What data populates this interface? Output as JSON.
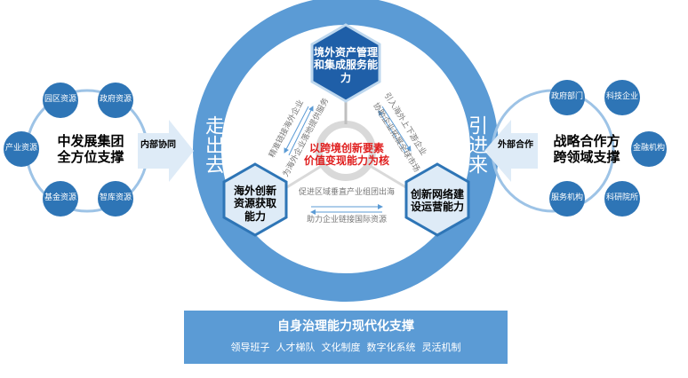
{
  "left": {
    "title": [
      "中发展集团",
      "全方位支撑"
    ],
    "nodes": [
      "园区资源",
      "政府资源",
      "产业资源",
      "基金资源",
      "智库资源"
    ],
    "arrow": "内部协同"
  },
  "right": {
    "title": [
      "战略合作方",
      "跨领域支撑"
    ],
    "nodes": [
      "政府部门",
      "科技企业",
      "金融机构",
      "服务机构",
      "科研院所"
    ],
    "arrow": "外部合作"
  },
  "ring": {
    "left": "走出去",
    "right": "引进来"
  },
  "hexes": {
    "top": "境外资产管理和集成服务能力",
    "left": "海外创新资源获取能力",
    "right": "创新网络建设运营能力"
  },
  "core": [
    "以跨境创新要素",
    "价值变现能力为核"
  ],
  "links": {
    "tl1": "精准链接海外企业",
    "tl2": "为海外企业落地提供服务",
    "tr1": "引入海外上下游企业",
    "tr2": "协助企业拓展全球市场",
    "b1": "促进区域垂直产业组团出海",
    "b2": "助力企业链接国际资源"
  },
  "bottom": {
    "title": "自身治理能力现代化支撑",
    "items": "领导班子  人才梯队  文化制度  数字化系统  灵活机制"
  },
  "colors": {
    "primary": "#2e75b6",
    "ring": "#5b9bd5",
    "core": "#e02020"
  }
}
